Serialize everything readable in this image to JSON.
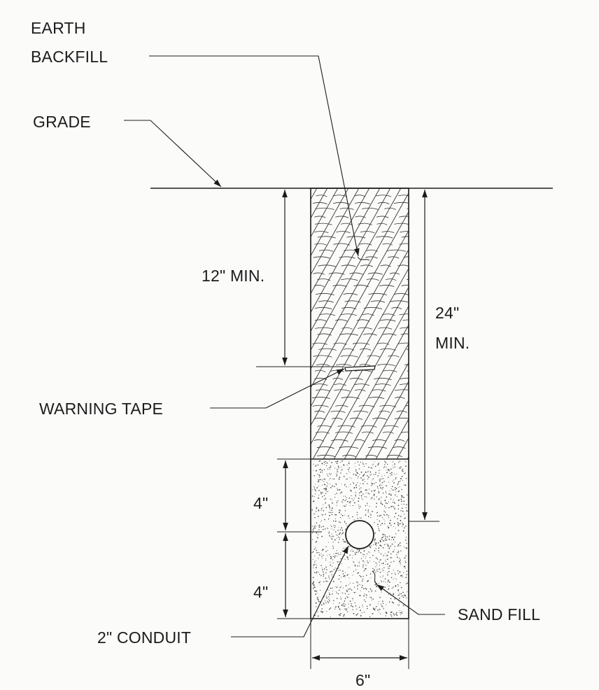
{
  "labels": {
    "earth_line1": "EARTH",
    "earth_line2": "BACKFILL",
    "grade": "GRADE",
    "depth_tape": "12\" MIN.",
    "depth_total_line1": "24\"",
    "depth_total_line2": "MIN.",
    "warning_tape": "WARNING TAPE",
    "sand_upper": "4\"",
    "sand_lower": "4\"",
    "sand_fill": "SAND FILL",
    "conduit": "2\" CONDUIT",
    "trench_width": "6\""
  },
  "colors": {
    "ink": "#1c1c1c",
    "paper": "#fbfbfa"
  }
}
